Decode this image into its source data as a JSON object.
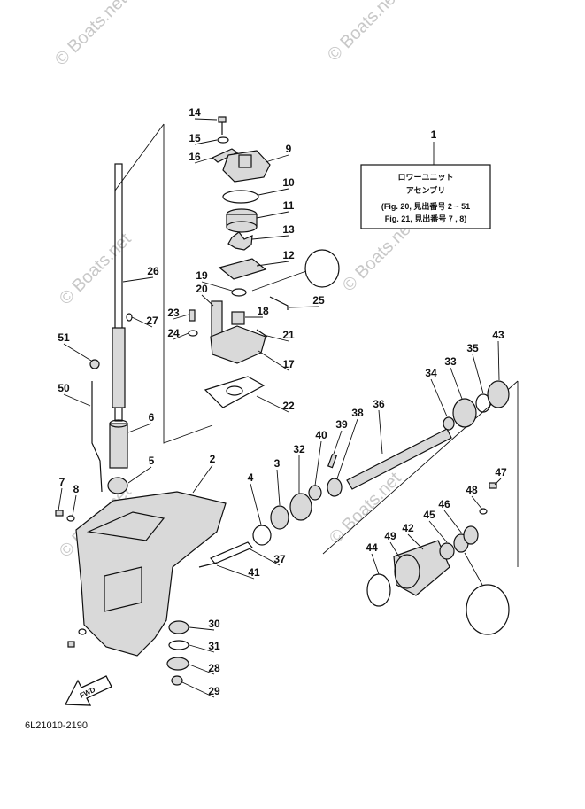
{
  "watermark": "© Boats.net",
  "assembly_box": {
    "ref_number": "1",
    "line1": "ロワーユニット",
    "line2": "アセンブリ",
    "line3": "(Fig. 20, 見出番号 2 ~ 51",
    "line4": "Fig. 21, 見出番号 7 , 8)"
  },
  "figure_code": "6L21010-2190",
  "fwd_label": "FWD",
  "part_numbers": [
    "2",
    "4",
    "3",
    "5",
    "6",
    "7",
    "8",
    "9",
    "10",
    "11",
    "12",
    "13",
    "14",
    "15",
    "16",
    "17",
    "18",
    "19",
    "20",
    "21",
    "22",
    "23",
    "24",
    "25",
    "26",
    "27",
    "28",
    "29",
    "30",
    "31",
    "32",
    "33",
    "34",
    "35",
    "36",
    "37",
    "38",
    "39",
    "40",
    "41",
    "42",
    "43",
    "44",
    "45",
    "46",
    "47",
    "48",
    "49",
    "50",
    "51"
  ]
}
